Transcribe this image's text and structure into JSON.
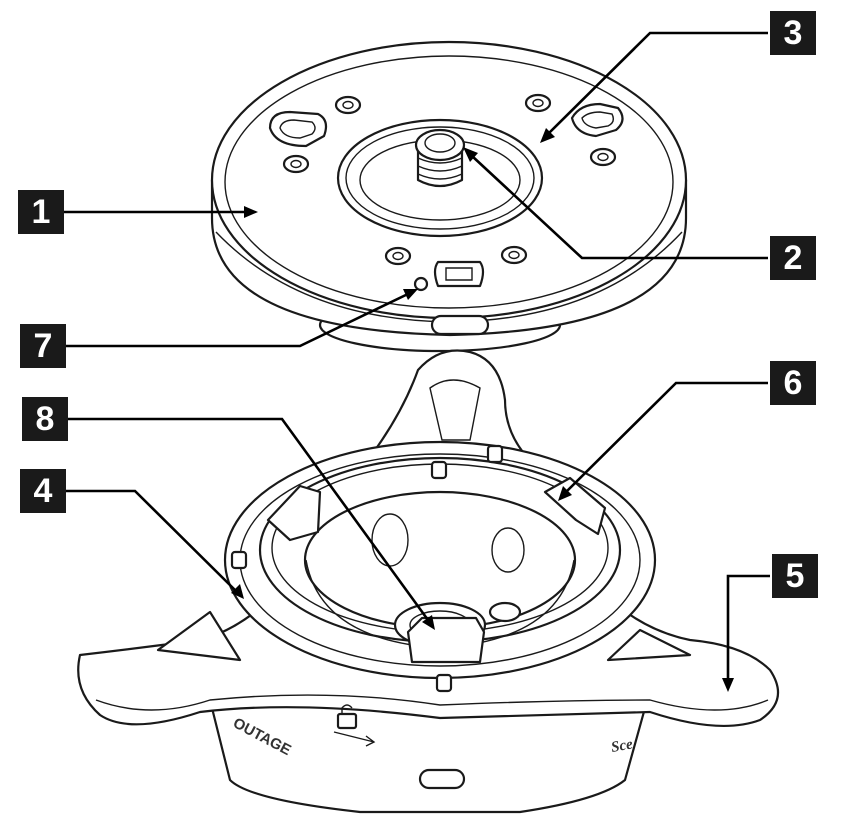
{
  "callouts": [
    {
      "id": "1"
    },
    {
      "id": "2"
    },
    {
      "id": "3"
    },
    {
      "id": "4"
    },
    {
      "id": "5"
    },
    {
      "id": "6"
    },
    {
      "id": "7"
    },
    {
      "id": "8"
    }
  ],
  "engraving": {
    "brand_partial": "OUTAGE",
    "script_partial": "Sce"
  }
}
